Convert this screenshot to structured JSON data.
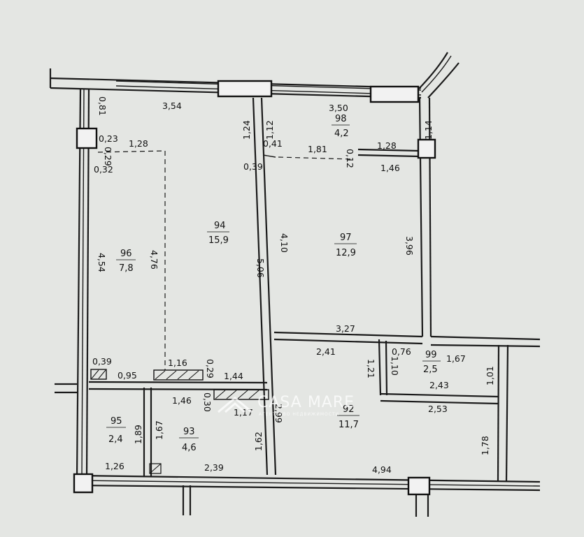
{
  "watermark": {
    "brand": "CASA MARE",
    "tagline": "АГЕНТСТВО НЕДВИЖИМОСТИ"
  },
  "rooms": [
    {
      "id": "room-94",
      "number": "94",
      "area": "15,9"
    },
    {
      "id": "room-96",
      "number": "96",
      "area": "7,8"
    },
    {
      "id": "room-97",
      "number": "97",
      "area": "12,9"
    },
    {
      "id": "room-98",
      "number": "98",
      "area": "4,2"
    },
    {
      "id": "room-99",
      "number": "99",
      "area": "2,5"
    },
    {
      "id": "room-95",
      "number": "95",
      "area": "2,4"
    },
    {
      "id": "room-93",
      "number": "93",
      "area": "4,6"
    },
    {
      "id": "room-92",
      "number": "92",
      "area": "11,7"
    }
  ],
  "dimensions": [
    "3,54",
    "0,81",
    "0,23",
    "0,29",
    "1,28",
    "0,32",
    "1,24",
    "1,12",
    "0,41",
    "0,39",
    "3,50",
    "1,81",
    "0,12",
    "1,28",
    "1,14",
    "1,46",
    "4,54",
    "4,76",
    "5,06",
    "4,10",
    "3,96",
    "3,27",
    "2,41",
    "0,76",
    "1,67",
    "1,10",
    "1,21",
    "1,01",
    "2,43",
    "2,53",
    "0,39",
    "0,95",
    "1,16",
    "0,29",
    "1,44",
    "1,46",
    "0,30",
    "1,17",
    "2,99",
    "1,89",
    "1,67",
    "1,62",
    "1,78",
    "1,26",
    "2,39",
    "4,94"
  ]
}
